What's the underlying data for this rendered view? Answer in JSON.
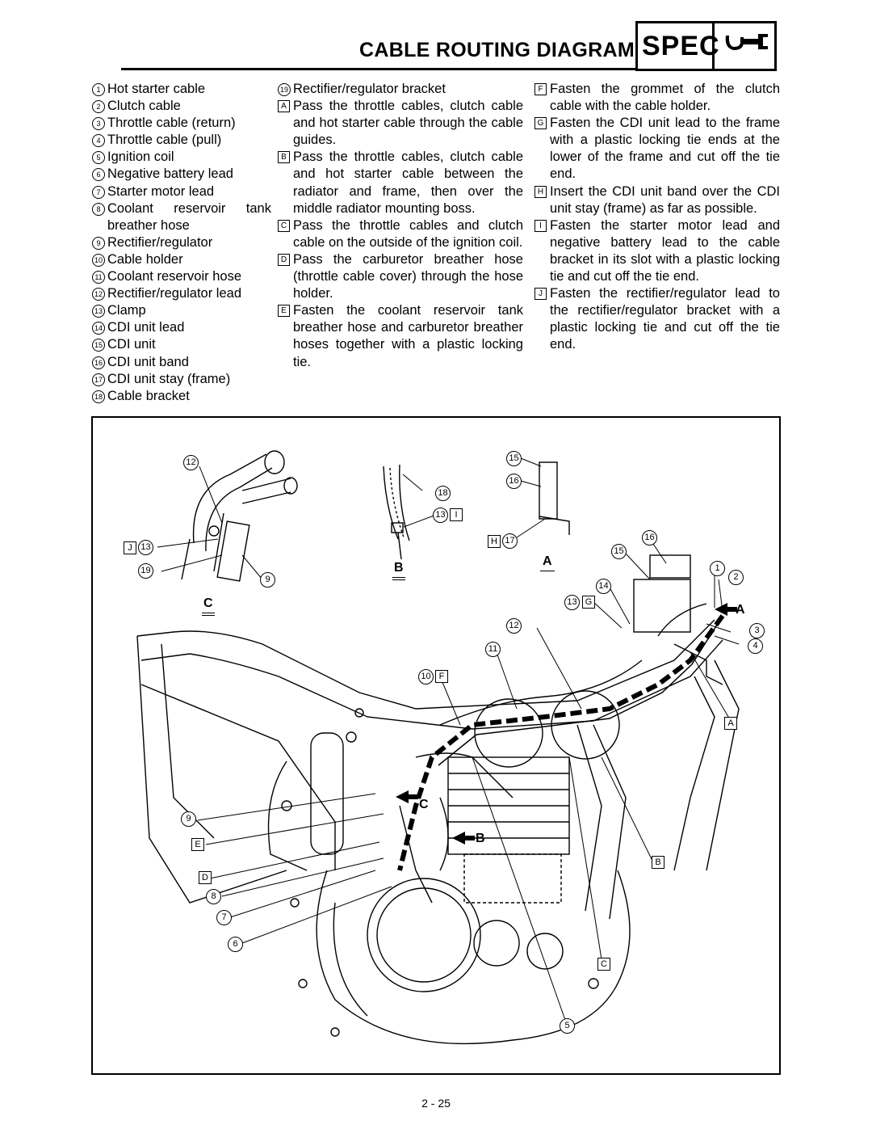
{
  "header": {
    "title": "CABLE ROUTING DIAGRAM",
    "spec_label": "SPEC",
    "spec_icon": "wrench-icon"
  },
  "parts_list": [
    {
      "marker": "1",
      "text": "Hot starter cable"
    },
    {
      "marker": "2",
      "text": "Clutch cable"
    },
    {
      "marker": "3",
      "text": "Throttle cable (return)"
    },
    {
      "marker": "4",
      "text": "Throttle cable (pull)"
    },
    {
      "marker": "5",
      "text": "Ignition coil"
    },
    {
      "marker": "6",
      "text": "Negative battery lead"
    },
    {
      "marker": "7",
      "text": "Starter motor lead"
    },
    {
      "marker": "8",
      "text": "Coolant reservoir tank breather hose"
    },
    {
      "marker": "9",
      "text": "Rectifier/regulator"
    },
    {
      "marker": "10",
      "text": "Cable holder"
    },
    {
      "marker": "11",
      "text": "Coolant reservoir hose"
    },
    {
      "marker": "12",
      "text": "Rectifier/regulator lead"
    },
    {
      "marker": "13",
      "text": "Clamp"
    },
    {
      "marker": "14",
      "text": "CDI unit lead"
    },
    {
      "marker": "15",
      "text": "CDI unit"
    },
    {
      "marker": "16",
      "text": "CDI unit band"
    },
    {
      "marker": "17",
      "text": "CDI unit stay (frame)"
    },
    {
      "marker": "18",
      "text": "Cable bracket"
    },
    {
      "marker": "19",
      "text": "Rectifier/regulator bracket"
    }
  ],
  "instructions": [
    {
      "marker": "A",
      "text": "Pass the throttle cables, clutch cable and hot starter cable through the cable guides."
    },
    {
      "marker": "B",
      "text": "Pass the throttle cables, clutch cable and hot starter cable between the radiator and frame, then over the middle radiator mounting boss."
    },
    {
      "marker": "C",
      "text": "Pass the throttle cables and clutch cable on the outside of the ignition coil."
    },
    {
      "marker": "D",
      "text": "Pass the carburetor breather hose (throttle cable cover) through the hose holder."
    },
    {
      "marker": "E",
      "text": "Fasten the coolant reservoir tank breather hose and carburetor breather hoses together with a plastic locking tie."
    },
    {
      "marker": "F",
      "text": "Fasten the grommet of the clutch cable with the cable holder."
    },
    {
      "marker": "G",
      "text": "Fasten the CDI unit lead to the frame with a plastic locking tie ends at the lower of the frame and cut off the tie end."
    },
    {
      "marker": "H",
      "text": "Insert the CDI unit band over the CDI unit stay (frame) as far as possible."
    },
    {
      "marker": "I",
      "text": "Fasten the starter motor lead and negative battery lead to the cable bracket in its slot with a plastic locking tie and cut off the tie end."
    },
    {
      "marker": "J",
      "text": "Fasten the rectifier/regulator lead to the rectifier/regulator bracket with a plastic locking tie and cut off the tie end."
    }
  ],
  "figure": {
    "callouts": {
      "c12a": "12",
      "j13_j": "J",
      "j13_13": "13",
      "c19": "19",
      "c9a": "9",
      "c15a": "15",
      "c16a": "16",
      "c18": "18",
      "c13i_13": "13",
      "c13i_i": "I",
      "h17_h": "H",
      "h17_17": "17",
      "c16b": "16",
      "c15b": "15",
      "c1": "1",
      "c2": "2",
      "c14": "14",
      "c13g_13": "13",
      "c13g_g": "G",
      "c3": "3",
      "c4": "4",
      "c12b": "12",
      "c11": "11",
      "c10f_10": "10",
      "c10f_f": "F",
      "sA": "A",
      "c9b": "9",
      "sE": "E",
      "sD": "D",
      "c8": "8",
      "c7": "7",
      "c6": "6",
      "sB": "B",
      "sC": "C",
      "c5": "5"
    },
    "view_labels": {
      "view_b": "B",
      "view_a": "A",
      "view_c": "C",
      "arrow_a": "A",
      "arrow_c": "C",
      "arrow_b": "B"
    }
  },
  "footer": {
    "page_number": "2 - 25"
  }
}
